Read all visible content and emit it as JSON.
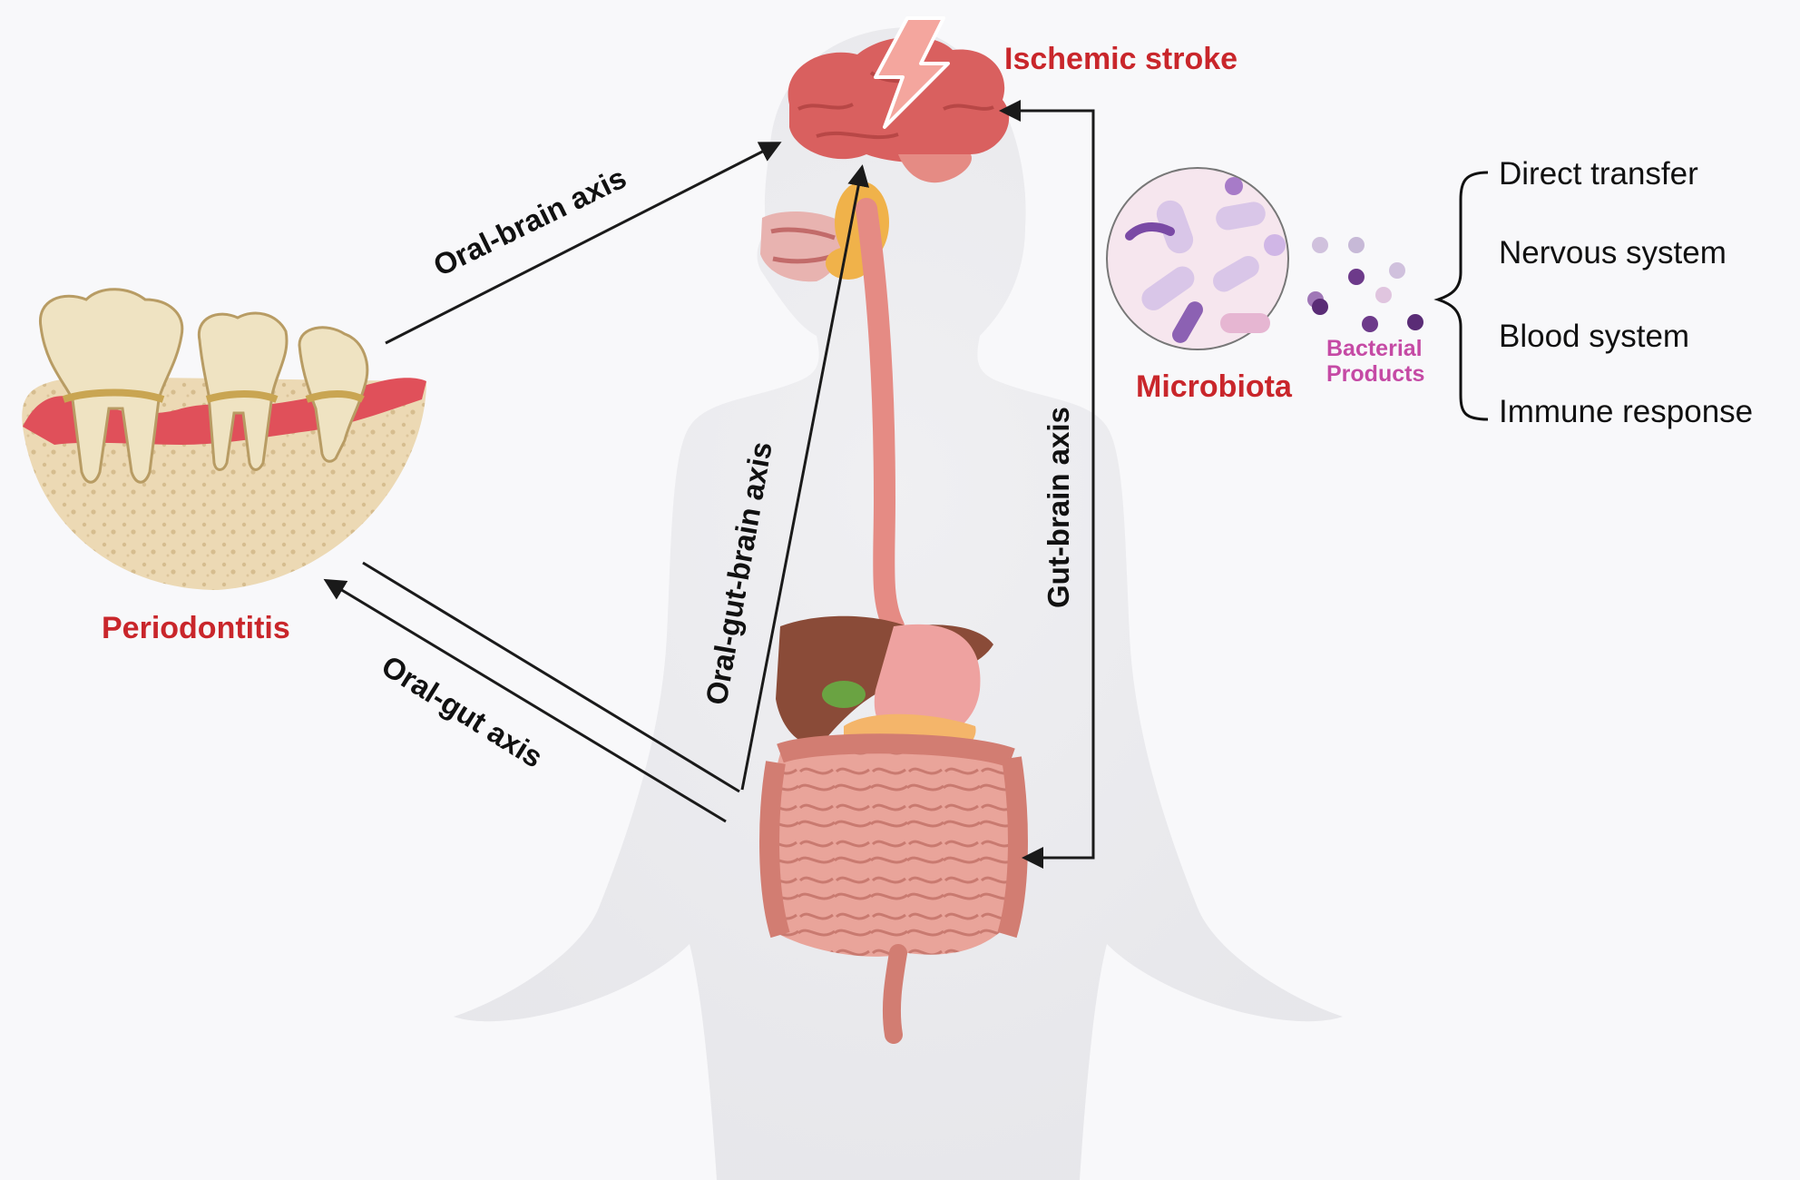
{
  "labels": {
    "ischemic_stroke": "Ischemic stroke",
    "periodontitis": "Periodontitis",
    "microbiota": "Microbiota",
    "bacterial_products_line1": "Bacterial",
    "bacterial_products_line2": "Products"
  },
  "axes": {
    "oral_brain": "Oral-brain axis",
    "oral_gut_brain": "Oral-gut-brain axis",
    "oral_gut": "Oral-gut axis",
    "gut_brain": "Gut-brain axis"
  },
  "pathways": [
    "Direct transfer",
    "Nervous system",
    "Blood system",
    "Immune response"
  ],
  "colors": {
    "title_red": "#c9262b",
    "bacterial_magenta": "#c54aa5",
    "arrow": "#1a1a1a",
    "body_silhouette": "#e9e9ec",
    "brain": "#d9605f",
    "gum": "#e0505a",
    "bone": "#ecd9b4",
    "tooth": "#efe3c2",
    "intestine": "#e8a097",
    "liver": "#8a4b38"
  },
  "icons": {
    "stroke": "lightning-bolt-icon",
    "microbiota": "bacteria-circle-icon",
    "teeth": "periodontitis-teeth-icon",
    "body": "human-body-silhouette"
  }
}
